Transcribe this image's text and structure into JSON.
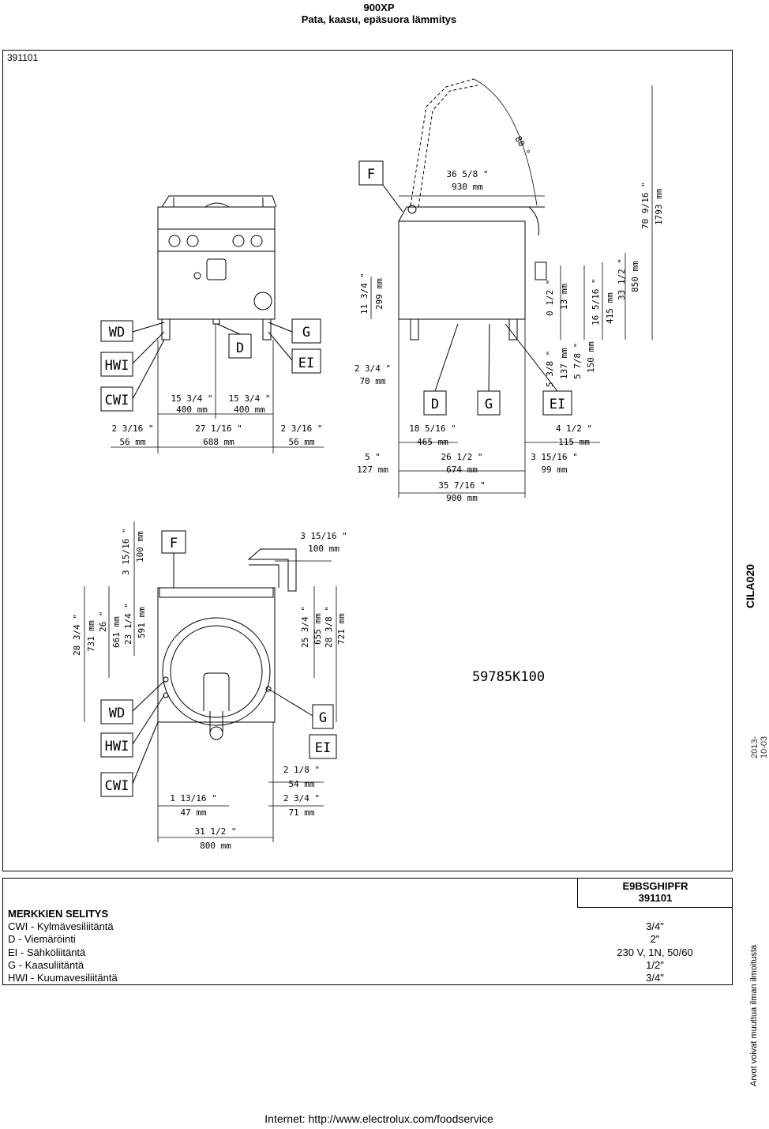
{
  "header": {
    "title": "900XP",
    "subtitle": "Pata, kaasu, epäsuora lämmitys"
  },
  "model_number": "391101",
  "labels": {
    "WD": "WD",
    "HWI": "HWI",
    "CWI": "CWI",
    "D": "D",
    "G": "G",
    "EI": "EI",
    "F": "F",
    "code": "59785K100",
    "angle": "80 °"
  },
  "dims": {
    "front_15_3_4_a": "15 3/4 \"",
    "front_400_a": "400 mm",
    "front_15_3_4_b": "15 3/4 \"",
    "front_400_b": "400 mm",
    "front_2_3_16_a": "2 3/16 \"",
    "front_56_a": "56 mm",
    "front_27": "27 1/16 \"",
    "front_688": "688 mm",
    "front_2_3_16_b": "2 3/16 \"",
    "front_56_b": "56 mm",
    "side_36_5_8": "36 5/8 \"",
    "side_930": "930 mm",
    "side_11_3_4": "11 3/4 \"",
    "side_299": "299 mm",
    "side_2_3_4": "2 3/4 \"",
    "side_70": "70 mm",
    "side_18_5_16": "18 5/16 \"",
    "side_465": "465 mm",
    "side_4_1_2": "4 1/2 \"",
    "side_115": "115 mm",
    "side_5": "5 \"",
    "side_127": "127 mm",
    "side_26_1_2": "26 1/2 \"",
    "side_674": "674 mm",
    "side_3_15_16": "3 15/16 \"",
    "side_99": "99 mm",
    "side_35_7_16": "35 7/16 \"",
    "side_900": "900 mm",
    "side_0_1_2": "0 1/2 \"",
    "side_13": "13 mm",
    "side_5_3_8": "5 3/8 \"",
    "side_137": "137 mm",
    "side_5_7_8": "5 7/8 \"",
    "side_150": "150 mm",
    "side_16_5_16": "16 5/16 \"",
    "side_415": "415 mm",
    "side_33_1_2": "33 1/2 \"",
    "side_850": "850 mm",
    "side_70_9_16": "70 9/16 \"",
    "side_1793": "1793 mm",
    "top_3_15_16_a": "3 15/16 \"",
    "top_100_a": "100 mm",
    "top_3_15_16_b": "3 15/16 \"",
    "top_100_b": "100 mm",
    "top_28_3_4": "28 3/4 \"",
    "top_731": "731 mm",
    "top_26": "26 \"",
    "top_661": "661 mm",
    "top_23_1_4": "23 1/4 \"",
    "top_591": "591 mm",
    "top_25_3_4": "25 3/4 \"",
    "top_655": "655 mm",
    "top_28_3_8": "28 3/8 \"",
    "top_721": "721 mm",
    "top_2_1_8": "2 1/8 \"",
    "top_54": "54 mm",
    "top_1_13_16": "1 13/16 \"",
    "top_47": "47 mm",
    "top_2_3_4": "2 3/4 \"",
    "top_71": "71 mm",
    "top_31_1_2": "31 1/2 \"",
    "top_800": "800 mm"
  },
  "legend": {
    "model_code": "E9BSGHIPFR",
    "model_number": "391101",
    "title": "MERKKIEN SELITYS",
    "rows": [
      {
        "label": "CWI - Kylmävesiliitäntä",
        "value": "3/4\""
      },
      {
        "label": "D - Viemäröinti",
        "value": "2\""
      },
      {
        "label": "EI - Sähköliitäntä",
        "value": "230 V, 1N, 50/60"
      },
      {
        "label": "G - Kaasuliitäntä",
        "value": "1/2\""
      },
      {
        "label": "HWI - Kuumavesiliitäntä",
        "value": "3/4\""
      }
    ]
  },
  "side": {
    "cila": "CILA020",
    "date": "2013-10-03",
    "note": "Arvot voivat muuttua ilman ilmoitusta"
  },
  "footer": {
    "text": "Internet: http://www.electrolux.com/foodservice"
  }
}
